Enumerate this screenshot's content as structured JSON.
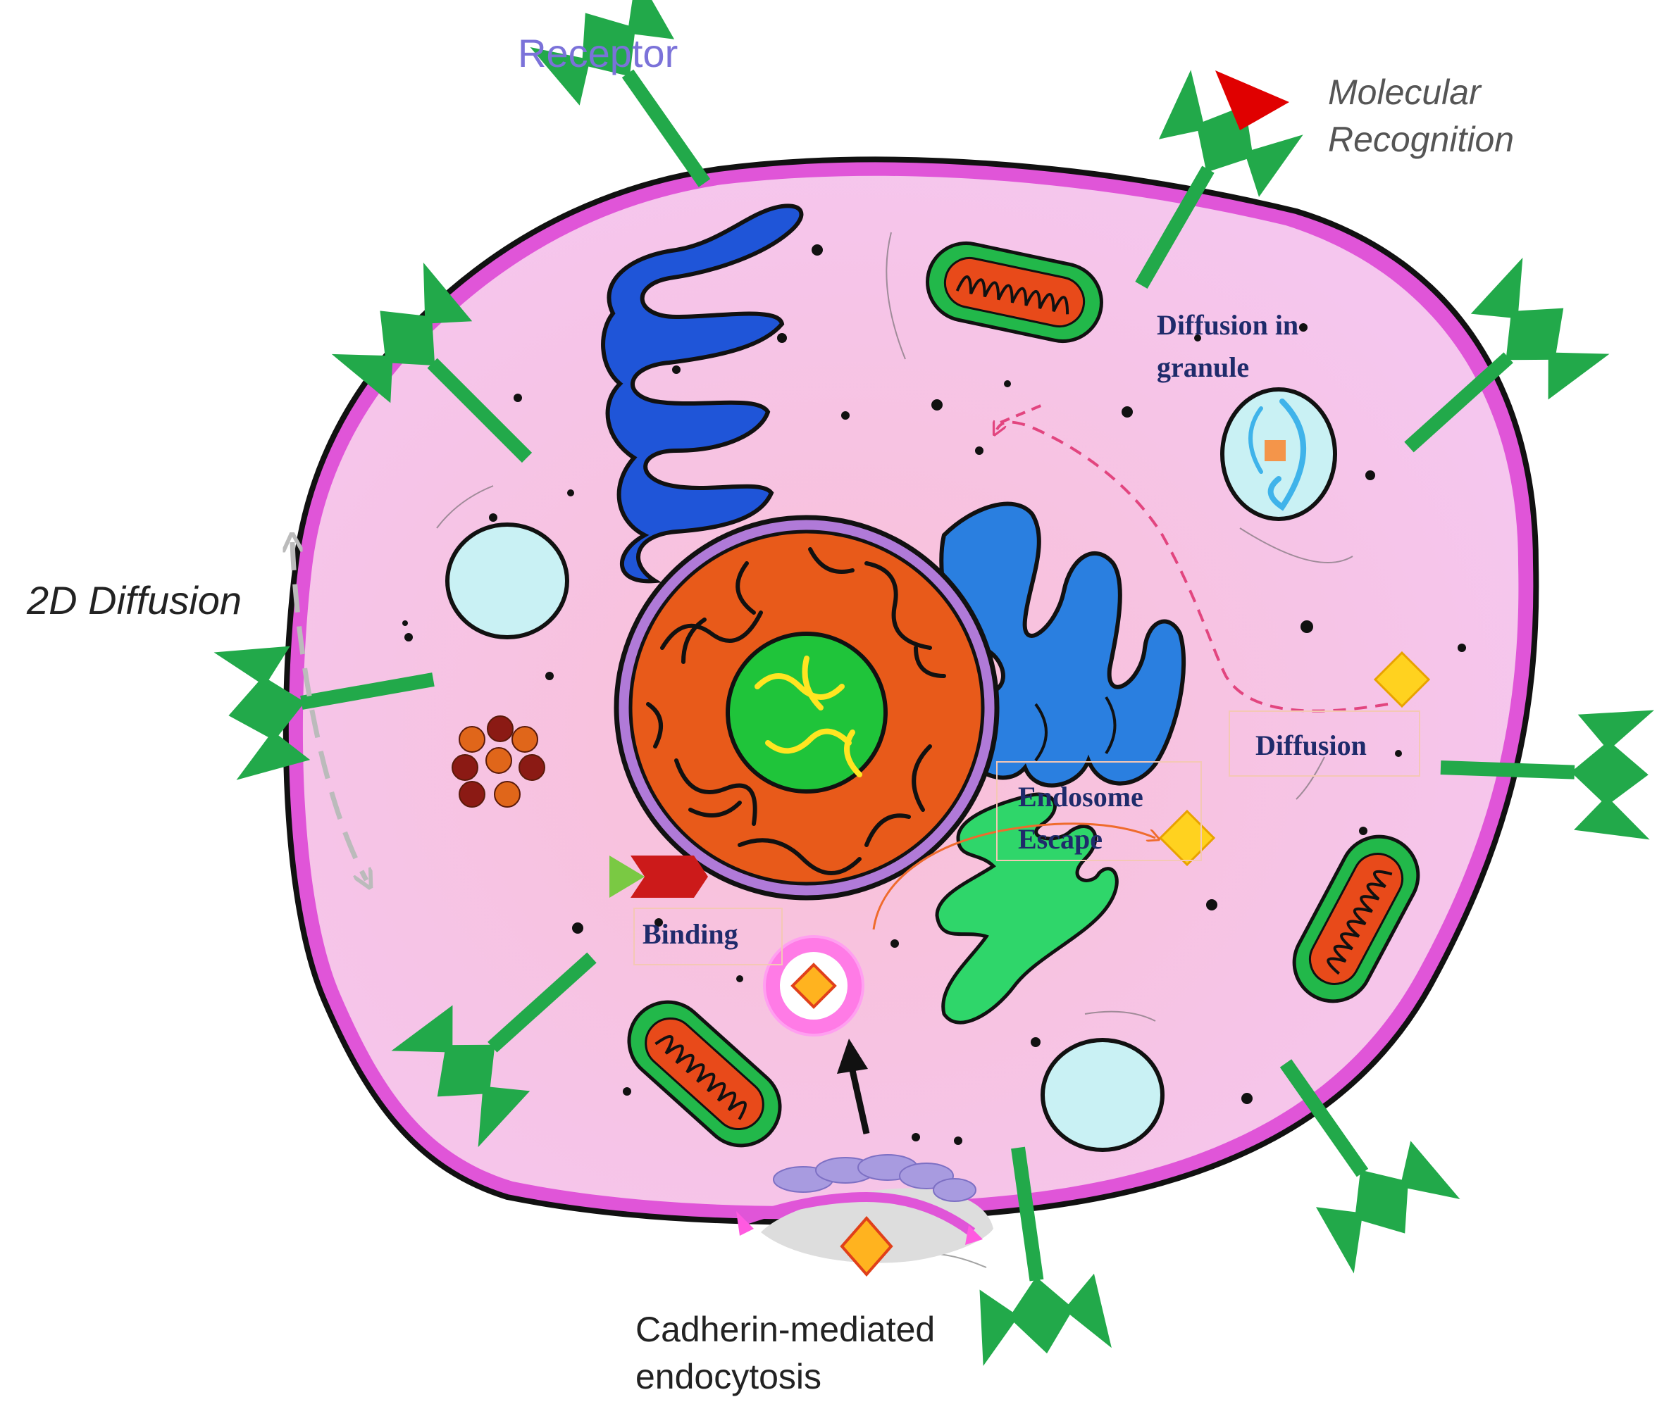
{
  "labels": {
    "receptor": "Receptor",
    "molecular_recognition_line1": "Molecular",
    "molecular_recognition_line2": "Recognition",
    "diffusion_2d": "2D Diffusion",
    "diffusion_in_granule_line1": "Diffusion in",
    "diffusion_in_granule_line2": "granule",
    "diffusion": "Diffusion",
    "endosome_escape_line1": "Endosome",
    "endosome_escape_line2": "Escape",
    "binding": "Binding",
    "cadherin_line1": "Cadherin-mediated",
    "cadherin_line2": "endocytosis"
  },
  "colors": {
    "cytoplasm": "#f9c6dc",
    "membrane": "#e055d8",
    "receptor": "#22a94a",
    "mitochondria_outer": "#22b84a",
    "mitochondria_inner": "#e84a1a",
    "er": "#1f55d8",
    "golgi": "#2a7fe0",
    "smooth_er": "#2fd66a",
    "nucleus": "#e85a1a",
    "nucleolus": "#1fc43a",
    "vacuole": "#c9f1f4",
    "cargo": "#ffd21f",
    "label_sans": "#333333",
    "label_receptor": "#7b72d9",
    "label_serif": "#1f2b6b"
  }
}
